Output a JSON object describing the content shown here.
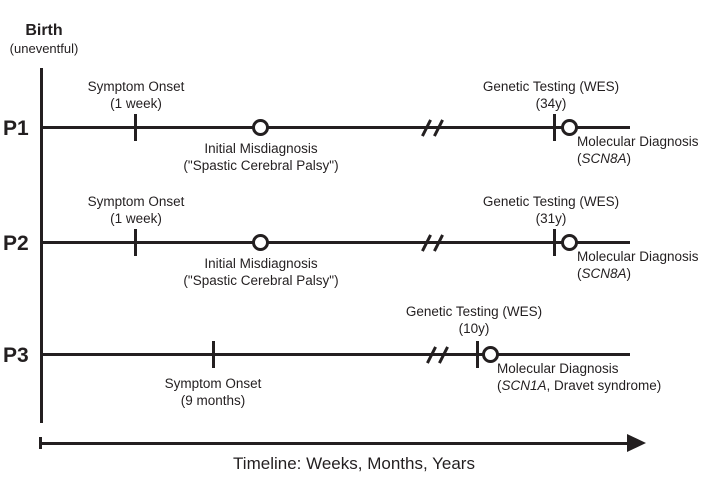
{
  "birth": {
    "title": "Birth",
    "subtitle": "(uneventful)"
  },
  "axis": {
    "label": "Timeline: Weeks, Months, Years"
  },
  "colors": {
    "ink": "#231f20",
    "background": "#ffffff"
  },
  "rows": [
    {
      "label": "P1",
      "symptom_onset": {
        "title": "Symptom Onset",
        "detail": "(1 week)"
      },
      "misdiagnosis": {
        "title": "Initial Misdiagnosis",
        "detail": "(\"Spastic Cerebral Palsy\")"
      },
      "genetic_testing": {
        "title": "Genetic Testing (WES)",
        "detail": "(34y)"
      },
      "molecular_diagnosis": {
        "title": "Molecular Diagnosis",
        "prefix": "(",
        "gene": "SCN8A",
        "suffix": ")"
      }
    },
    {
      "label": "P2",
      "symptom_onset": {
        "title": "Symptom Onset",
        "detail": "(1 week)"
      },
      "misdiagnosis": {
        "title": "Initial Misdiagnosis",
        "detail": "(\"Spastic Cerebral Palsy\")"
      },
      "genetic_testing": {
        "title": "Genetic Testing (WES)",
        "detail": "(31y)"
      },
      "molecular_diagnosis": {
        "title": "Molecular Diagnosis",
        "prefix": "(",
        "gene": "SCN8A",
        "suffix": ")"
      }
    },
    {
      "label": "P3",
      "symptom_onset": {
        "title": "Symptom Onset",
        "detail": "(9 months)"
      },
      "genetic_testing": {
        "title": "Genetic Testing (WES)",
        "detail": "(10y)"
      },
      "molecular_diagnosis": {
        "title": "Molecular Diagnosis",
        "prefix": "(",
        "gene": "SCN1A",
        "suffix": ", Dravet syndrome)"
      }
    }
  ]
}
